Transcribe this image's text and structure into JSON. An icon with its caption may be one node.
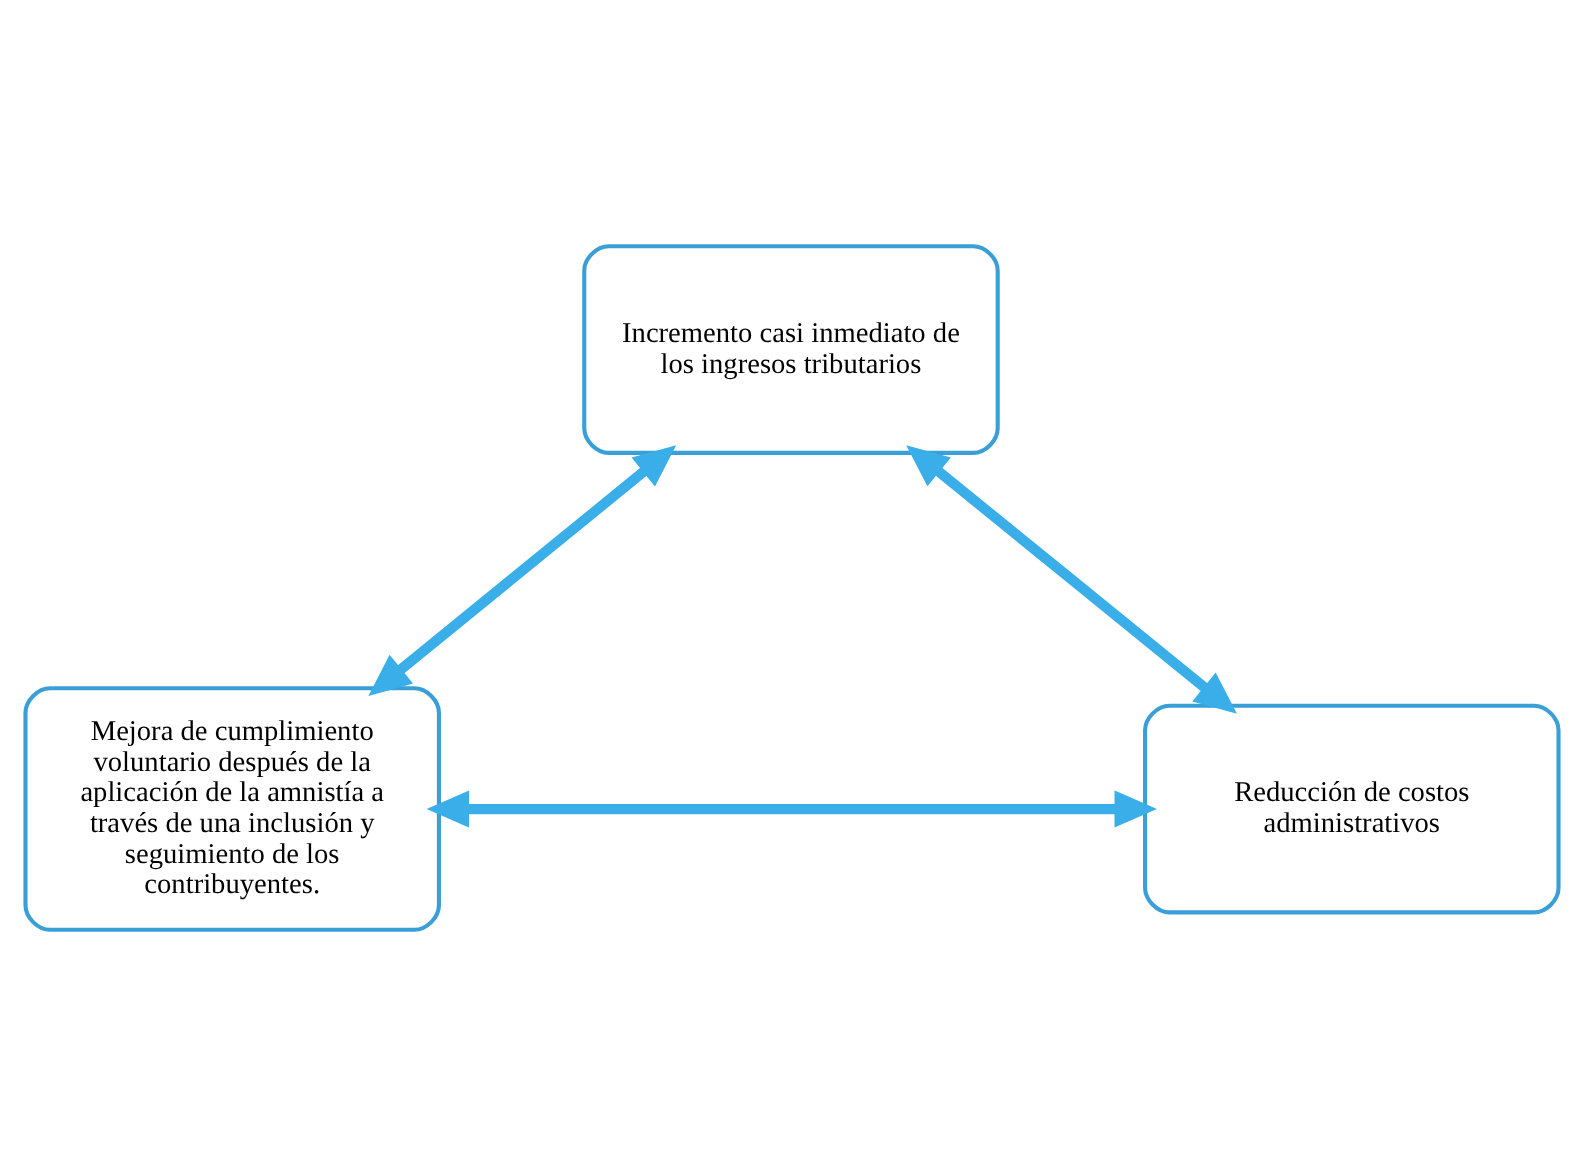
{
  "diagram": {
    "nodes": [
      {
        "text": [
          "Incremento casi inmediato de los ingresos tributarios"
        ]
      },
      {
        "text": [
          "Mejora de cumplimiento voluntario después de la aplicación de la amnistía a través de una inclusión y seguimiento de los contribuyentes."
        ]
      },
      {
        "text": [
          "Reducción de costos administrativos"
        ]
      }
    ],
    "edges": [
      {
        "from": 1,
        "to": 0,
        "arrow": "both"
      },
      {
        "from": 0,
        "to": 2,
        "arrow": "both"
      },
      {
        "from": 1,
        "to": 2,
        "arrow": "both"
      }
    ]
  }
}
